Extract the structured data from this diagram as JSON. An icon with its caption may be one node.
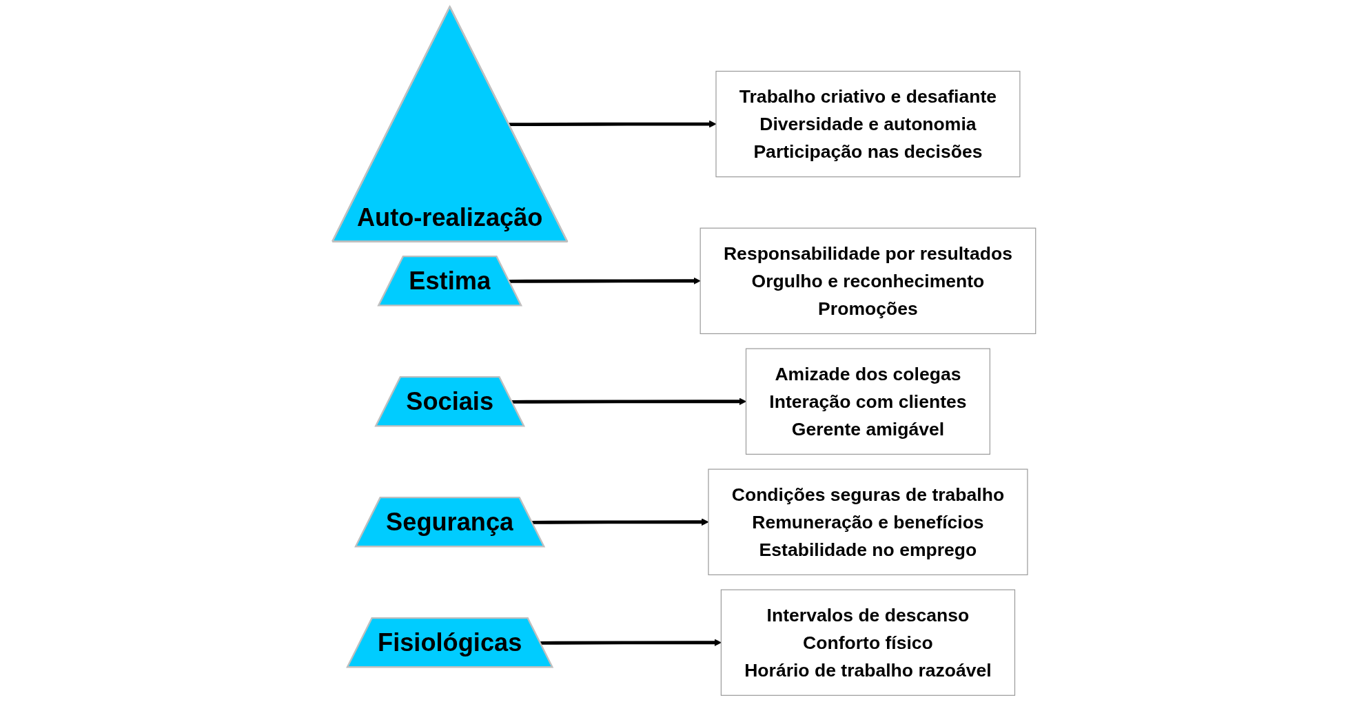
{
  "diagram": {
    "nodes": [
      {
        "text": [
          "Auto-realização"
        ]
      },
      {
        "text": [
          "Estima"
        ]
      },
      {
        "text": [
          "Sociais"
        ]
      },
      {
        "text": [
          "Segurança"
        ]
      },
      {
        "text": [
          "Fisiológicas"
        ]
      },
      {
        "text": [
          "Trabalho criativo e desafiante",
          "Diversidade e autonomia",
          "Participação nas decisões"
        ]
      },
      {
        "text": [
          "Responsabilidade por resultados",
          "Orgulho e reconhecimento",
          "Promoções"
        ]
      },
      {
        "text": [
          "Amizade dos colegas",
          "Interação com clientes",
          "Gerente amigável"
        ]
      },
      {
        "text": [
          "Condições seguras de trabalho",
          "Remuneração e benefícios",
          "Estabilidade no emprego"
        ]
      },
      {
        "text": [
          "Intervalos de descanso",
          "Conforto físico",
          "Horário de trabalho razoável"
        ]
      }
    ],
    "edges": [
      {
        "from": 0,
        "to": 5,
        "arrow": "to"
      },
      {
        "from": 1,
        "to": 6,
        "arrow": "to"
      },
      {
        "from": 2,
        "to": 7,
        "arrow": "to"
      },
      {
        "from": 3,
        "to": 8,
        "arrow": "to"
      },
      {
        "from": 4,
        "to": 9,
        "arrow": "to"
      }
    ]
  }
}
